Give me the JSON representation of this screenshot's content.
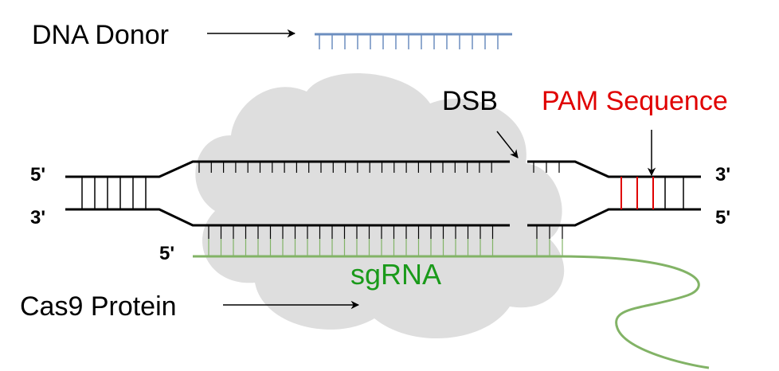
{
  "labels": {
    "dna_donor": "DNA Donor",
    "dsb": "DSB",
    "pam_sequence": "PAM Sequence",
    "sgrna": "sgRNA",
    "cas9_protein": "Cas9 Protein",
    "top_left_end": "5'",
    "bottom_left_end": "3'",
    "top_right_end": "3'",
    "bottom_right_end": "5'",
    "sgrna_end": "5'"
  },
  "colors": {
    "dna_strand": "#000000",
    "donor": "#6c8ebf",
    "pam": "#e00000",
    "sgrna": "#82b366",
    "sgrna_text": "#1a9a1a",
    "cas9_cloud": "#dedede",
    "text": "#000000"
  }
}
